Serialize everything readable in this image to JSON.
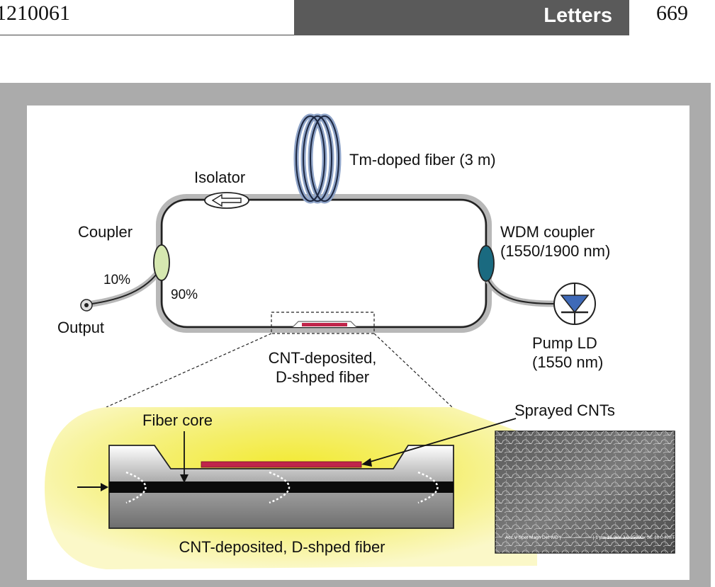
{
  "header": {
    "doc_id": "1210061",
    "section": "Letters",
    "page_number": "669"
  },
  "diagram": {
    "tm_fiber_label": "Tm-doped fiber (3 m)",
    "isolator_label": "Isolator",
    "coupler_label": "Coupler",
    "split_10": "10%",
    "split_90": "90%",
    "output_label": "Output",
    "wdm_label_line1": "WDM coupler",
    "wdm_label_line2": "(1550/1900 nm)",
    "pump_label_line1": "Pump LD",
    "pump_label_line2": "(1550 nm)",
    "cnt_fiber_line1": "CNT-deposited,",
    "cnt_fiber_line2": "D-shped fiber"
  },
  "inset": {
    "fiber_core_label": "Fiber core",
    "sprayed_cnts_label": "Sprayed CNTs",
    "bottom_label": "CNT-deposited, D-shped fiber",
    "sem_caption": "Acc.V  Spot Magn   Det  WD |———————| 1 µm\n15.0kV  3.0  35000x  SE   10.0 KIST"
  },
  "colors": {
    "frame_gray": "#ababab",
    "cnt_red": "#c0244a",
    "coupler_green": "#d6e8b0",
    "wdm_teal": "#1a6a80",
    "pump_blue": "#3f6ab8",
    "inset_yellow": "#f3ec46"
  }
}
